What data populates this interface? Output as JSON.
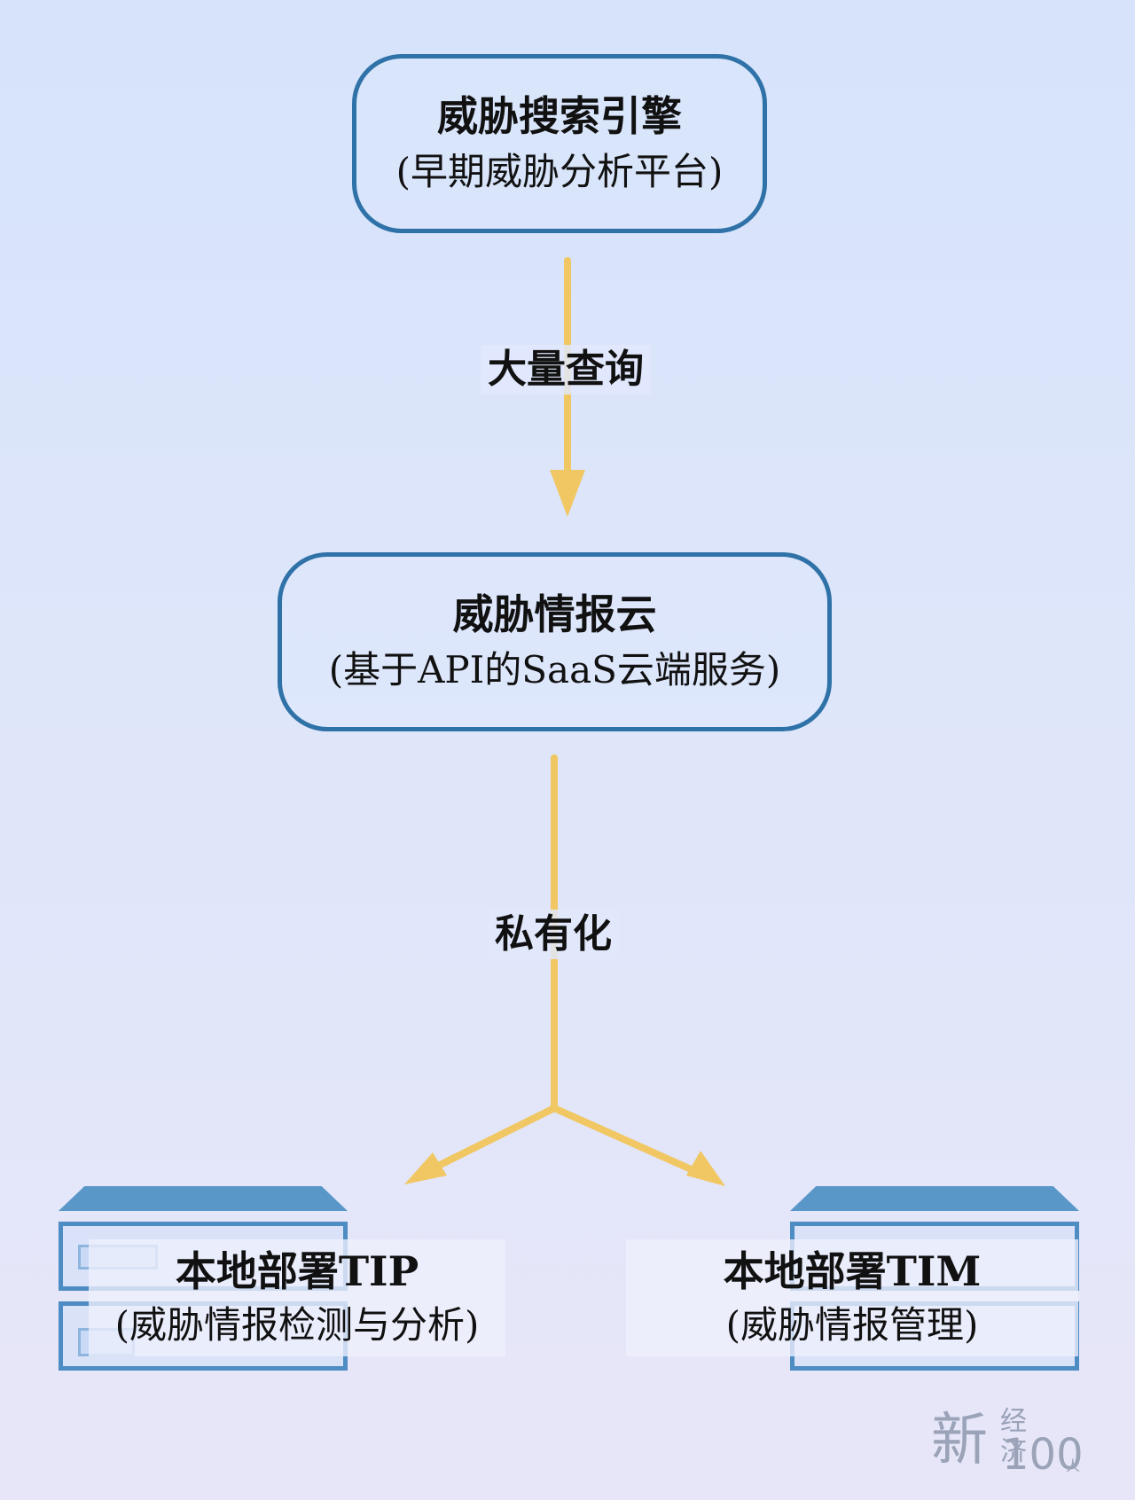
{
  "nodes": {
    "search_engine": {
      "title": "威胁搜索引擎",
      "subtitle": "(早期威胁分析平台)"
    },
    "intel_cloud": {
      "title": "威胁情报云",
      "subtitle": "(基于API的SaaS云端服务)"
    },
    "tip": {
      "title": "本地部署TIP",
      "subtitle": "(威胁情报检测与分析)"
    },
    "tim": {
      "title": "本地部署TIM",
      "subtitle": "(威胁情报管理)"
    }
  },
  "edges": {
    "query": "大量查询",
    "privatize": "私有化"
  },
  "logo": {
    "main": "新",
    "top": "经济",
    "number": "100",
    "suffix": "人"
  },
  "colors": {
    "box_border": "#2f72a8",
    "arrow": "#f0c762",
    "server": "#5a97c9"
  }
}
